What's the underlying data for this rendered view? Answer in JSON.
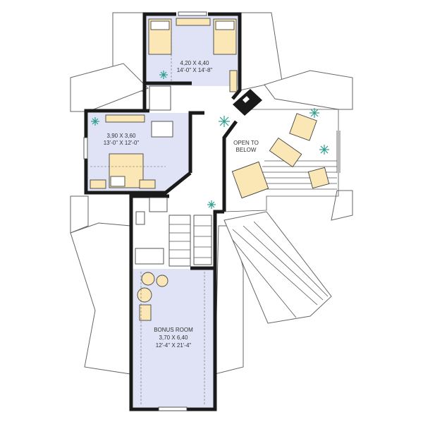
{
  "colors": {
    "room_fill": "#dfe3f5",
    "furniture_fill": "#fbe6b6",
    "plant": "#2a9d8f"
  },
  "rooms": {
    "bedroom_top": {
      "metric": "4,20 X 4,40",
      "imperial": "14'-0\" X 14'-8\""
    },
    "bedroom_left": {
      "metric": "3,90 X 3,60",
      "imperial": "13'-0\" X 12'-0\""
    },
    "open_to_below": {
      "line1": "OPEN TO",
      "line2": "BELOW"
    },
    "bonus_room": {
      "name": "BONUS ROOM",
      "metric": "3,70 X 6,40",
      "imperial": "12'-4\" X 21'-4\""
    }
  }
}
